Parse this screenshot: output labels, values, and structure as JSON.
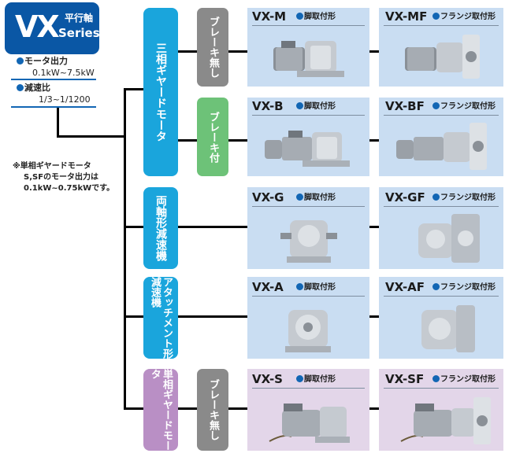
{
  "logo": {
    "title": "VX",
    "subtitle": "平行軸",
    "series": "Series"
  },
  "specs": {
    "output_label": "モータ出力",
    "output_value": "0.1kW~7.5kW",
    "ratio_label": "減速比",
    "ratio_value": "1/3~1/1200"
  },
  "note": {
    "line1": "※単相ギヤードモータ",
    "line2": "S,SFのモータ出力は",
    "line3": "0.1kW~0.75kWです。"
  },
  "categories": {
    "three_phase": "三相ギヤードモータ",
    "double_shaft": "両軸形減速機",
    "attachment": "アタッチメント形減速機",
    "single_phase": "単相ギヤードモータ"
  },
  "brakes": {
    "none1": "ブレーキ無し",
    "with": "ブレーキ付",
    "none2": "ブレーキ無し"
  },
  "mount": {
    "foot": "脚取付形",
    "flange": "フランジ取付形"
  },
  "models": {
    "m": "VX-M",
    "mf": "VX-MF",
    "b": "VX-B",
    "bf": "VX-BF",
    "g": "VX-G",
    "gf": "VX-GF",
    "a": "VX-A",
    "af": "VX-AF",
    "s": "VX-S",
    "sf": "VX-SF"
  },
  "colors": {
    "logo_blue": "#0a57a5",
    "cyan": "#1aa5dc",
    "gray": "#8a8a8a",
    "green": "#6dc278",
    "purple": "#b98fc5",
    "panel_blue": "#c9ddf2",
    "panel_purple": "#e3d6e9"
  }
}
